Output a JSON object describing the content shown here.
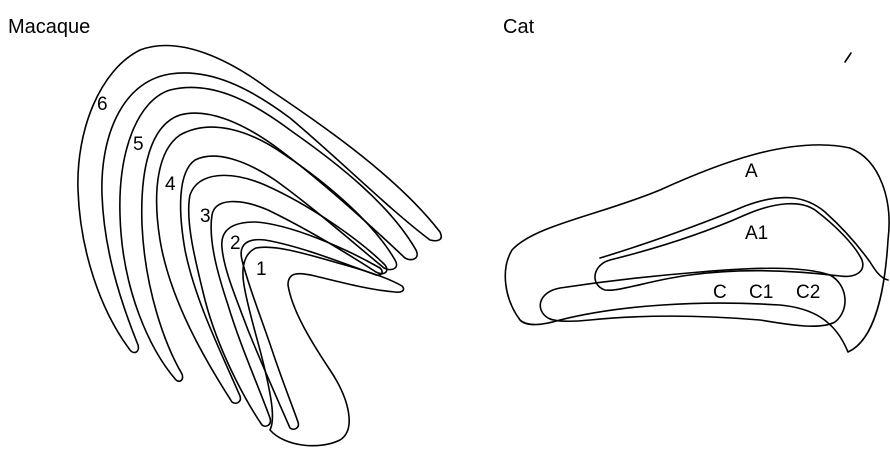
{
  "macaque": {
    "title": "Macaque",
    "layers": [
      "1",
      "2",
      "3",
      "4",
      "5",
      "6"
    ]
  },
  "cat": {
    "title": "Cat",
    "layers": [
      "A",
      "A1",
      "C",
      "C1",
      "C2"
    ]
  }
}
